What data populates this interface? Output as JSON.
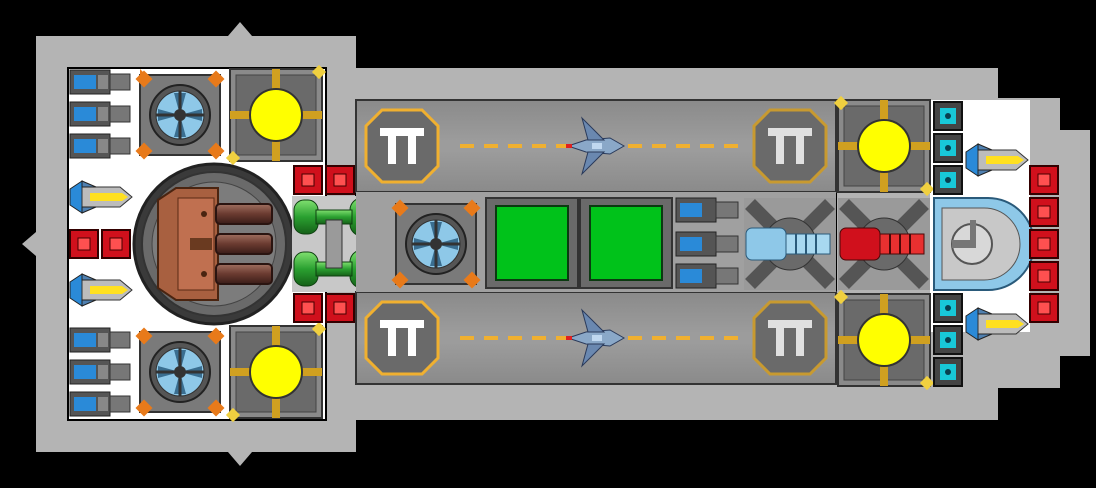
{
  "colors": {
    "background": "#000000",
    "hull": "#b4b4b4",
    "deck": "#ffffff",
    "bay_floor": "#8c8c8c",
    "core_yellow": "#ffff00",
    "panel_green": "#00c21a",
    "laser_red": "#d0101c",
    "ion_blue": "#8ec8e8",
    "ring_orange": "#e87a1a",
    "dash_orange": "#f0b030",
    "battery_blue": "#2a8ad8",
    "cell_cyan": "#18c8d8"
  },
  "hangar_bays": [
    {
      "emblem": "T",
      "drone": "fighter-drone"
    },
    {
      "emblem": "T",
      "drone": "fighter-drone"
    }
  ],
  "icons": [
    "reactor-core-icon",
    "cooling-fan-icon",
    "battery-icon",
    "missile-icon",
    "power-cell-icon",
    "cannon-turret-icon",
    "shield-dome-icon",
    "fighter-drone-icon"
  ]
}
